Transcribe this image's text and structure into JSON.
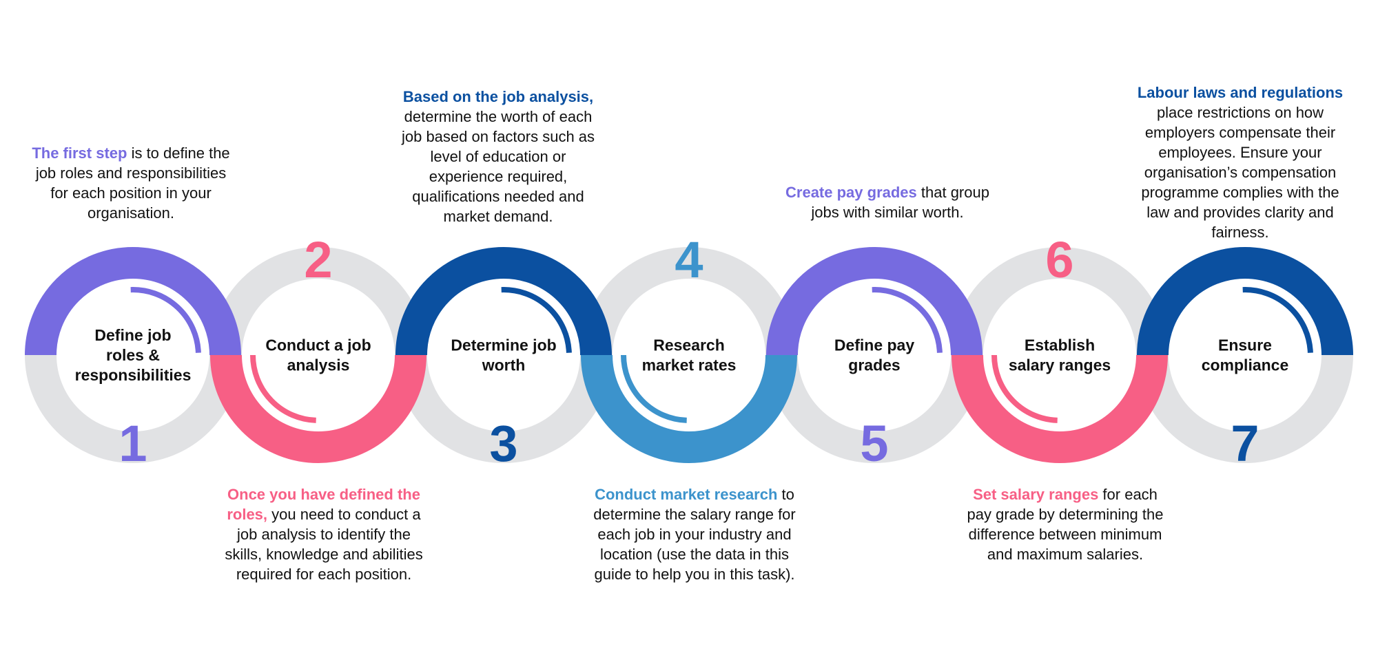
{
  "colors": {
    "purple": "#766be0",
    "pink": "#f75f85",
    "navy": "#0b50a0",
    "sky": "#3c93cc",
    "gray": "#e1e2e4",
    "text": "#111111"
  },
  "steps": [
    {
      "number": "1",
      "title_lines": [
        "Define job",
        "roles &",
        "responsibilities"
      ],
      "color": "#766be0",
      "top_half": "colored",
      "description": {
        "highlight": "The first step",
        "text": " is to define the job roles and responsibilities for each position in your organisation."
      }
    },
    {
      "number": "2",
      "title_lines": [
        "Conduct a job",
        "analysis"
      ],
      "color": "#f75f85",
      "top_half": "gray",
      "description": {
        "highlight": "Once you have defined the roles,",
        "text": " you need to conduct a job analysis to identify the skills, knowledge and abilities required for each position."
      }
    },
    {
      "number": "3",
      "title_lines": [
        "Determine job",
        "worth"
      ],
      "color": "#0b50a0",
      "top_half": "colored",
      "description": {
        "highlight": "Based on the job analysis,",
        "text": " determine the worth of each job based on factors such as level of education or experience required, qualifications needed and market demand."
      }
    },
    {
      "number": "4",
      "title_lines": [
        "Research",
        "market rates"
      ],
      "color": "#3c93cc",
      "top_half": "gray",
      "description": {
        "highlight": "Conduct market research",
        "text": " to determine the salary range for each job in your industry and location (use the data in this guide to help you in this task)."
      }
    },
    {
      "number": "5",
      "title_lines": [
        "Define pay",
        "grades"
      ],
      "color": "#766be0",
      "top_half": "colored",
      "description": {
        "highlight": "Create pay grades",
        "text": " that group jobs with similar worth."
      }
    },
    {
      "number": "6",
      "title_lines": [
        "Establish",
        "salary ranges"
      ],
      "color": "#f75f85",
      "top_half": "gray",
      "description": {
        "highlight": "Set salary ranges",
        "text": " for each pay grade by determining the difference between minimum and maximum salaries."
      }
    },
    {
      "number": "7",
      "title_lines": [
        "Ensure",
        "compliance"
      ],
      "color": "#0b50a0",
      "top_half": "colored",
      "description": {
        "highlight": "Labour laws and regulations",
        "text": " place restrictions on how employers compensate their employees. Ensure your organisation’s compensation programme complies with the law and provides clarity and fairness."
      }
    }
  ]
}
